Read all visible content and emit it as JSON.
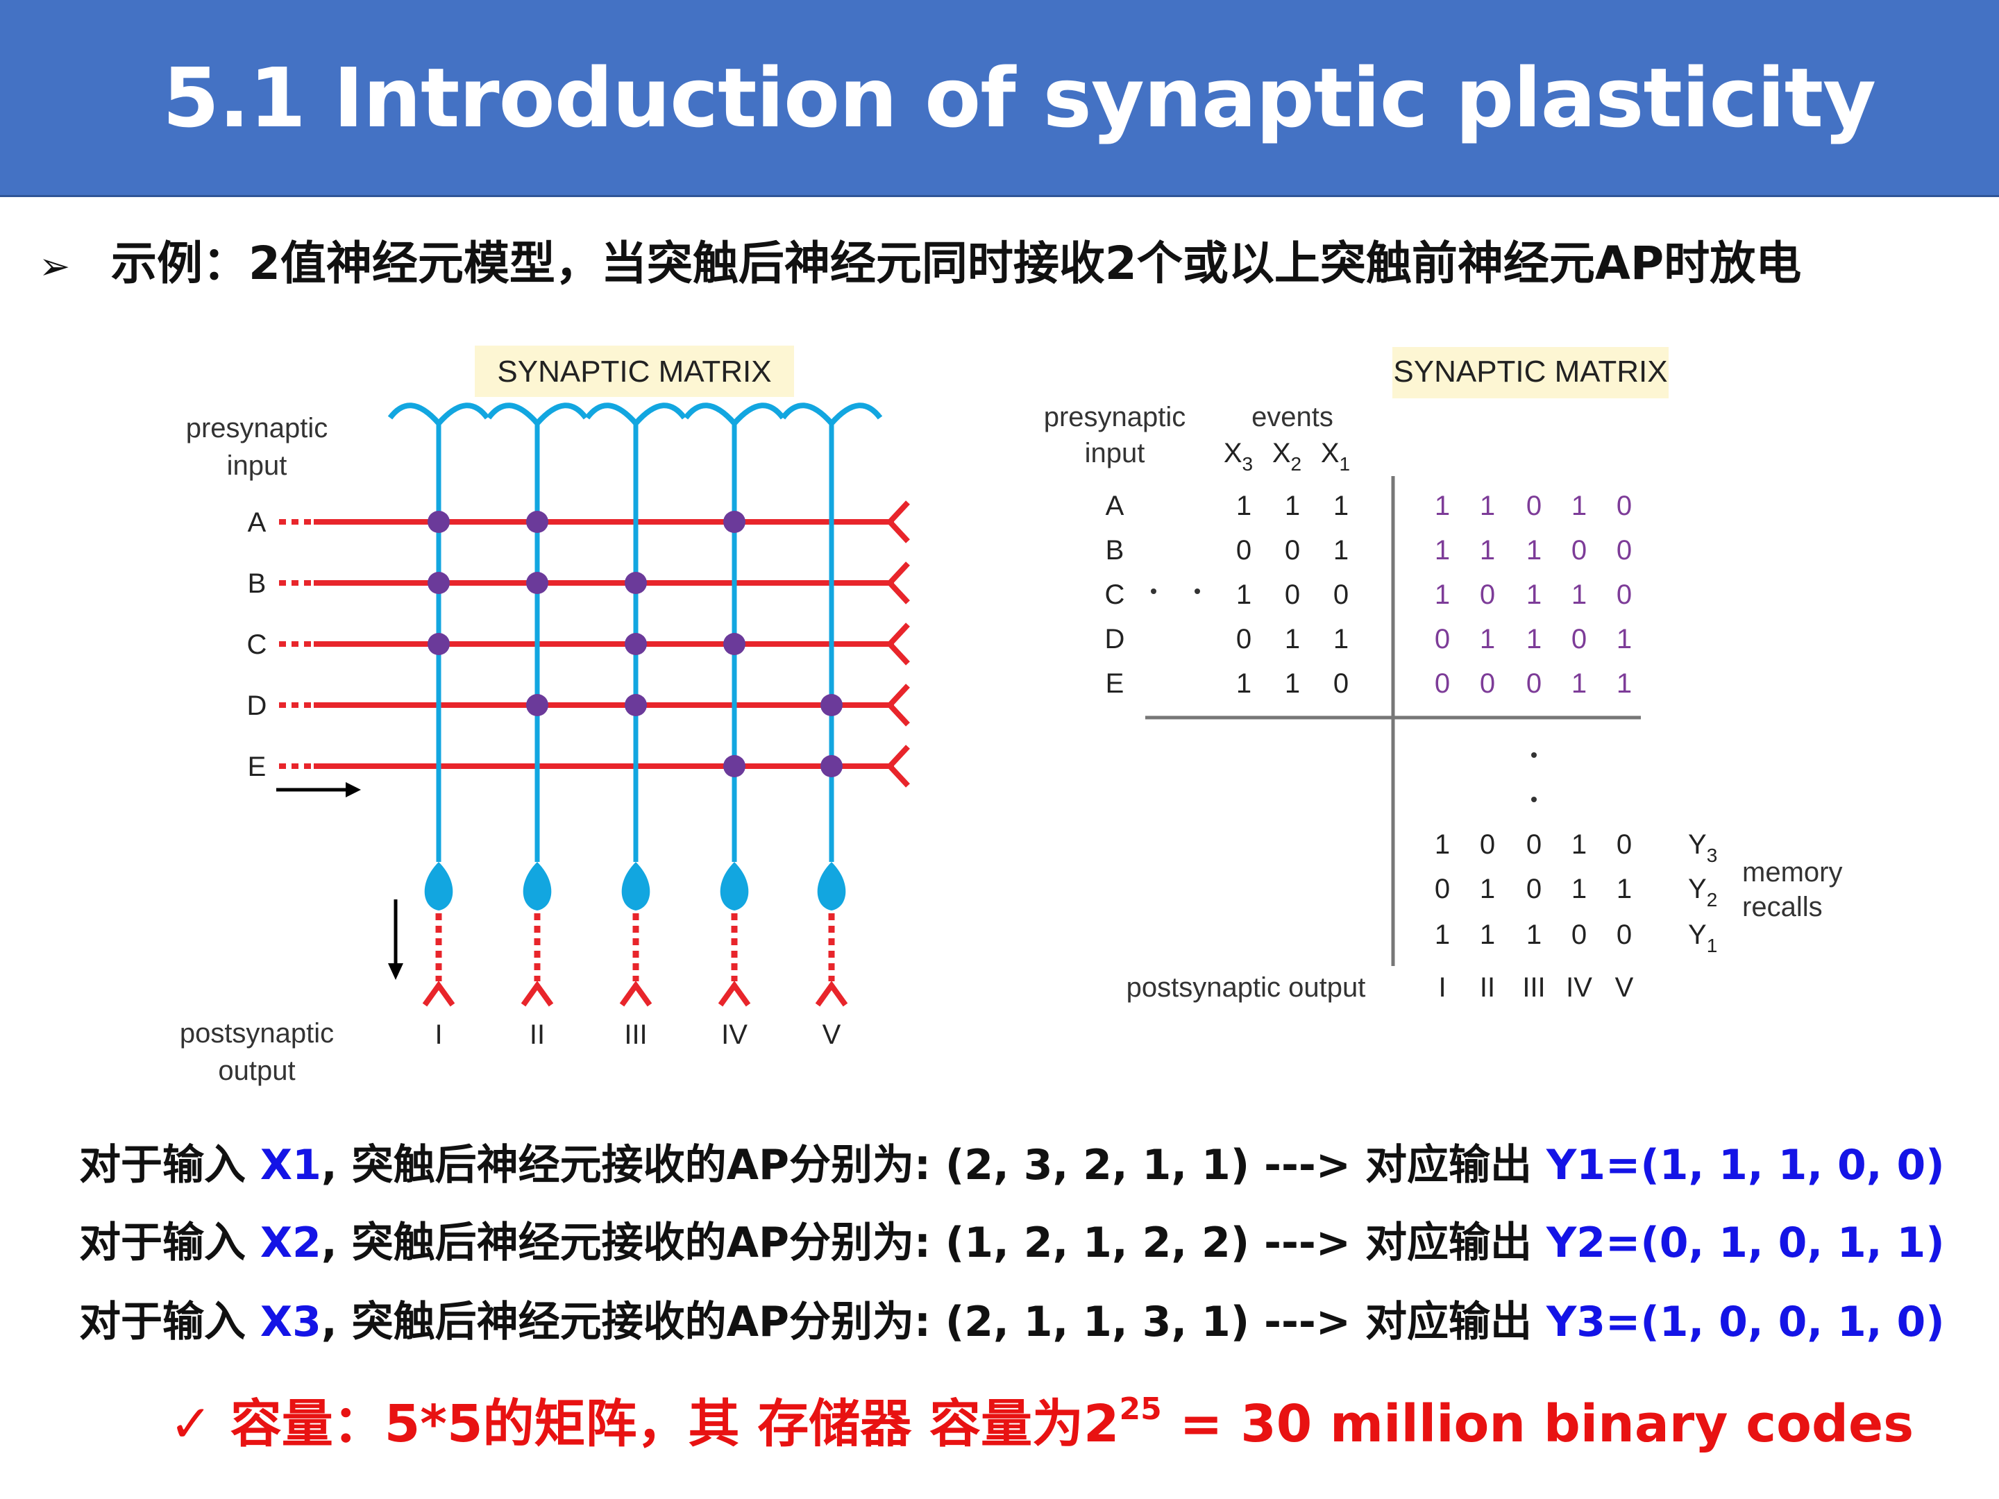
{
  "title": "5.1 Introduction of synaptic plasticity",
  "bullet": {
    "marker": "➢",
    "text": "示例：2值神经元模型，当突触后神经元同时接收2个或以上突触前神经元AP时放电"
  },
  "left_figure": {
    "banner": "SYNAPTIC MATRIX",
    "presynaptic_label": [
      "presynaptic",
      "input"
    ],
    "rows": [
      "A",
      "B",
      "C",
      "D",
      "E"
    ],
    "columns": [
      "I",
      "II",
      "III",
      "IV",
      "V"
    ],
    "connections": [
      [
        1,
        1,
        0,
        1,
        0
      ],
      [
        1,
        1,
        1,
        0,
        0
      ],
      [
        1,
        0,
        1,
        1,
        0
      ],
      [
        0,
        1,
        1,
        0,
        1
      ],
      [
        0,
        0,
        0,
        1,
        1
      ]
    ],
    "postsynaptic_label": [
      "postsynaptic",
      "output"
    ],
    "colors": {
      "axon": "#e8252b",
      "dendrite": "#12a6e0",
      "synapse": "#6b3a9a",
      "banner_bg": "#fdf6d3"
    }
  },
  "right_figure": {
    "banner": "SYNAPTIC MATRIX",
    "presynaptic_label": [
      "presynaptic",
      "input"
    ],
    "events_label": "events",
    "event_headers": [
      {
        "base": "X",
        "sub": "3"
      },
      {
        "base": "X",
        "sub": "2"
      },
      {
        "base": "X",
        "sub": "1"
      }
    ],
    "rows": [
      "A",
      "B",
      "C",
      "D",
      "E"
    ],
    "events": [
      [
        "1",
        "1",
        "1"
      ],
      [
        "0",
        "0",
        "1"
      ],
      [
        "1",
        "0",
        "0"
      ],
      [
        "0",
        "1",
        "1"
      ],
      [
        "1",
        "1",
        "0"
      ]
    ],
    "matrix": [
      [
        "1",
        "1",
        "0",
        "1",
        "0"
      ],
      [
        "1",
        "1",
        "1",
        "0",
        "0"
      ],
      [
        "1",
        "0",
        "1",
        "1",
        "0"
      ],
      [
        "0",
        "1",
        "1",
        "0",
        "1"
      ],
      [
        "0",
        "0",
        "0",
        "1",
        "1"
      ]
    ],
    "recalls": [
      [
        "1",
        "0",
        "0",
        "1",
        "0"
      ],
      [
        "0",
        "1",
        "0",
        "1",
        "1"
      ],
      [
        "1",
        "1",
        "1",
        "0",
        "0"
      ]
    ],
    "recall_labels": [
      {
        "base": "Y",
        "sub": "3"
      },
      {
        "base": "Y",
        "sub": "2"
      },
      {
        "base": "Y",
        "sub": "1"
      }
    ],
    "memory_label": [
      "memory",
      "recalls"
    ],
    "postsynaptic_output_label": "postsynaptic output",
    "columns": [
      "I",
      "II",
      "III",
      "IV",
      "V"
    ],
    "colors": {
      "matrix": "#7d3c98"
    }
  },
  "lines": [
    {
      "prefix": "对于输入 ",
      "input": "X1",
      "middle": ", 突触后神经元接收的AP分别为: (2, 3, 2, 1, 1) ---> 对应输出 ",
      "output": "Y1=(1, 1, 1, 0, 0)"
    },
    {
      "prefix": "对于输入 ",
      "input": "X2",
      "middle": ", 突触后神经元接收的AP分别为: (1, 2, 1, 2, 2) ---> 对应输出 ",
      "output": "Y2=(0, 1, 0, 1, 1)"
    },
    {
      "prefix": "对于输入 ",
      "input": "X3",
      "middle": ", 突触后神经元接收的AP分别为: (2, 1, 1, 3, 1) ---> 对应输出 ",
      "output": "Y3=(1, 0, 0, 1, 0)"
    }
  ],
  "capacity": {
    "check": "✓",
    "text": "容量：5*5的矩阵，其 存储器 容量为2",
    "exponent": "25",
    "tail": " = 30 million binary codes"
  }
}
